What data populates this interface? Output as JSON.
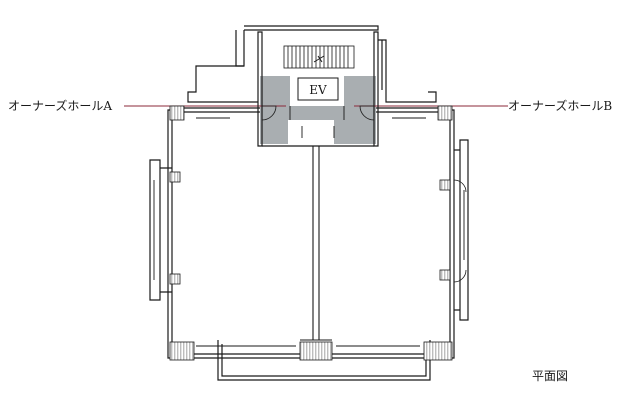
{
  "labels": {
    "hall_a": "オーナーズホールA",
    "hall_b": "オーナーズホールB",
    "elevator": "EV",
    "caption": "平面図"
  },
  "colors": {
    "wall": "#1a1a1a",
    "core": "#a9aeb1",
    "leader": "#8b2a3a",
    "hatch": "#bdbdbd",
    "background": "#ffffff"
  }
}
